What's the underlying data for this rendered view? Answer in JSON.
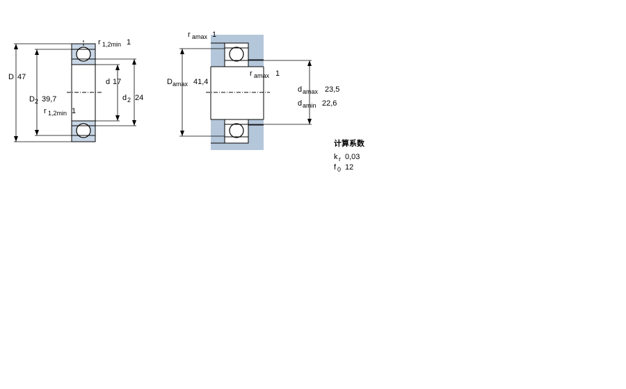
{
  "bearing_dims": {
    "D_label": "D",
    "D_value": "47",
    "D2_label": "D",
    "D2_sub": "2",
    "D2_value": "39,7",
    "d_label": "d",
    "d_value": "17",
    "d2_label": "d",
    "d2_sub": "2",
    "d2_value": "24",
    "r12_label": "r",
    "r12_sub": "1,2min",
    "r12_top_value": "1",
    "r12_bot_value": "1"
  },
  "abutment_dims": {
    "ra_label": "r",
    "ra_sub": "amax",
    "ra_top_value": "1",
    "ra_mid_value": "1",
    "Damax_label": "D",
    "Damax_sub": "amax",
    "Damax_value": "41,4",
    "damax_label": "d",
    "damax_sub": "amax",
    "damax_value": "23,5",
    "damin_label": "d",
    "damin_sub": "amin",
    "damin_value": "22,6"
  },
  "calc_factors": {
    "title": "计算系数",
    "kr_label": "k",
    "kr_sub": "r",
    "kr_value": "0,03",
    "f0_label": "f",
    "f0_sub": "0",
    "f0_value": "12"
  },
  "colors": {
    "housing": "#b4c6da",
    "line": "#000000",
    "bearing": "#ffffff"
  }
}
